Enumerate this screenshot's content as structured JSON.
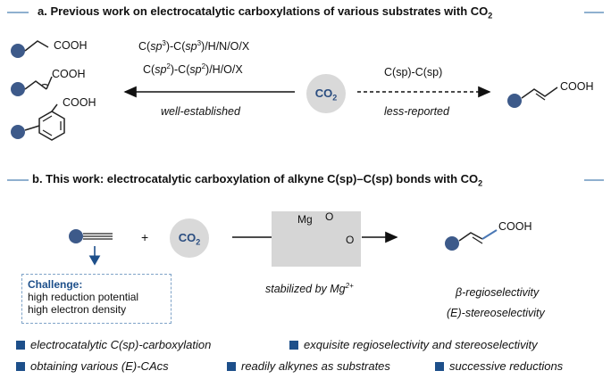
{
  "section_a": {
    "title": "a. Previous work on electrocatalytic carboxylations of various substrates with CO",
    "title_sub": "2",
    "acid_label_1": "COOH",
    "acid_label_2": "COOH",
    "acid_label_3": "COOH",
    "bonds_line1": [
      "C(",
      "sp",
      "3",
      ")-C(",
      "sp",
      "3",
      ")/H/N/O/X"
    ],
    "bonds_line2": [
      "C(",
      "sp",
      "2",
      ")-C(",
      "sp",
      "2",
      ")/H/O/X"
    ],
    "left_caption": "well-established",
    "co2_label": "CO",
    "co2_sub": "2",
    "right_top": "C(sp)-C(sp)",
    "right_caption": "less-reported",
    "product_label": "COOH"
  },
  "section_b": {
    "title": "b. This work: electrocatalytic carboxylation of alkyne C(sp)–C(sp) bonds with CO",
    "title_sub": "2",
    "plus": "+",
    "co2_label": "CO",
    "co2_sub": "2",
    "mg_label": "Mg",
    "o_ring": "O",
    "o_carbonyl": "O",
    "challenge_title": "Challenge:",
    "challenge_lines": [
      "high reduction potential",
      "high electron density"
    ],
    "stabilized_text": "stabilized by Mg",
    "stabilized_sup": "2+",
    "product_label": "COOH",
    "selectivity_1": "β-regioselectivity",
    "selectivity_2": "(E)-stereoselectivity",
    "bullets": [
      "electrocatalytic C(sp)-carboxylation",
      "exquisite regioselectivity and stereoselectivity",
      "obtaining various (E)-CAcs",
      "readily alkynes as substrates",
      "successive reductions"
    ]
  },
  "colors": {
    "accent": "#1d4f8a",
    "ball": "#3d5a8a",
    "header_line": "#8fb0cf",
    "co2_circle": "#d9d9d9"
  }
}
